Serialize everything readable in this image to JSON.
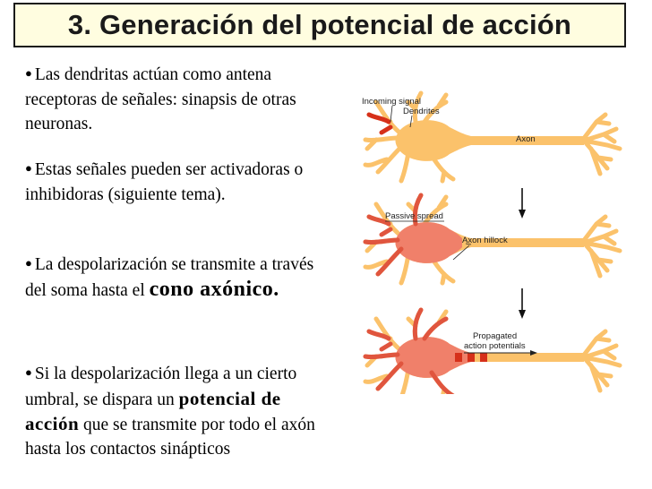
{
  "slide": {
    "title": "3. Generación del potencial de acción"
  },
  "bullets": {
    "b1": "Las dendritas actúan como antena receptoras de señales: sinapsis de otras neuronas.",
    "b2": "Estas señales pueden ser activadoras o inhibidoras (siguiente tema).",
    "b3_text": "La despolarización se transmite a través del soma hasta el ",
    "b3_bold": "cono axónico.",
    "b4_text1": "Si la despolarización llega a un cierto umbral, se dispara un ",
    "b4_bold": "potencial de acción",
    "b4_text2": " que se transmite por todo el axón hasta los contactos sinápticos"
  },
  "figure": {
    "labels": {
      "incoming_signal": "Incoming signal",
      "dendrites": "Dendrites",
      "axon": "Axon",
      "passive_spread": "Passive spread",
      "axon_hillock": "Axon hillock",
      "propagated_line1": "Propagated",
      "propagated_line2": "action potentials"
    },
    "colors": {
      "neuron_fill": "#fbc26b",
      "neuron_active": "#f0806a",
      "signal_red": "#d6301a"
    }
  }
}
